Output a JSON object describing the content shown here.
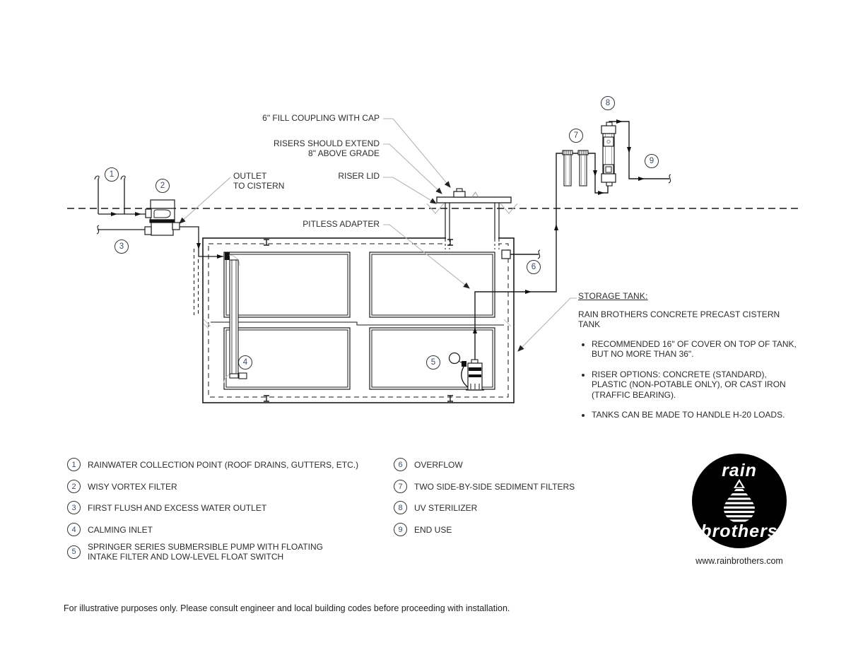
{
  "diagram_labels": {
    "fill_coupling": "6\" FILL COUPLING WITH CAP",
    "risers_line1": "RISERS SHOULD EXTEND",
    "risers_line2": "8\" ABOVE GRADE",
    "riser_lid": "RISER LID",
    "outlet_line1": "OUTLET",
    "outlet_line2": "TO CISTERN",
    "pitless_adapter": "PITLESS ADAPTER"
  },
  "callouts": [
    "1",
    "2",
    "3",
    "4",
    "5",
    "6",
    "7",
    "8",
    "9"
  ],
  "notes": {
    "title": "STORAGE TANK:",
    "subtitle": "RAIN BROTHERS CONCRETE PRECAST CISTERN TANK",
    "bullets": [
      "RECOMMENDED 16\" OF COVER ON TOP OF TANK, BUT NO MORE THAN 36\".",
      "RISER OPTIONS: CONCRETE (STANDARD), PLASTIC (NON-POTABLE ONLY), OR CAST IRON (TRAFFIC BEARING).",
      "TANKS CAN BE MADE TO HANDLE H-20 LOADS."
    ]
  },
  "legend": {
    "left": [
      {
        "num": "1",
        "label": "RAINWATER COLLECTION POINT (ROOF DRAINS, GUTTERS, ETC.)"
      },
      {
        "num": "2",
        "label": "WISY VORTEX FILTER"
      },
      {
        "num": "3",
        "label": "FIRST FLUSH AND EXCESS WATER OUTLET"
      },
      {
        "num": "4",
        "label": "CALMING INLET"
      },
      {
        "num": "5",
        "label": "SPRINGER SERIES SUBMERSIBLE PUMP WITH FLOATING INTAKE FILTER AND LOW-LEVEL FLOAT SWITCH"
      }
    ],
    "right": [
      {
        "num": "6",
        "label": "OVERFLOW"
      },
      {
        "num": "7",
        "label": "TWO SIDE-BY-SIDE SEDIMENT FILTERS"
      },
      {
        "num": "8",
        "label": "UV STERILIZER"
      },
      {
        "num": "9",
        "label": "END USE"
      }
    ]
  },
  "branding": {
    "logo_word_top": "rain",
    "logo_word_bottom": "brothers",
    "website": "www.rainbrothers.com"
  },
  "footer": {
    "disclaimer": "For illustrative purposes only. Please consult engineer and local building codes before proceeding with installation."
  },
  "colors": {
    "line": "#1a1a1a",
    "leader": "#b3b3b3",
    "text": "#2c2c2c",
    "logo_bg": "#000000"
  }
}
